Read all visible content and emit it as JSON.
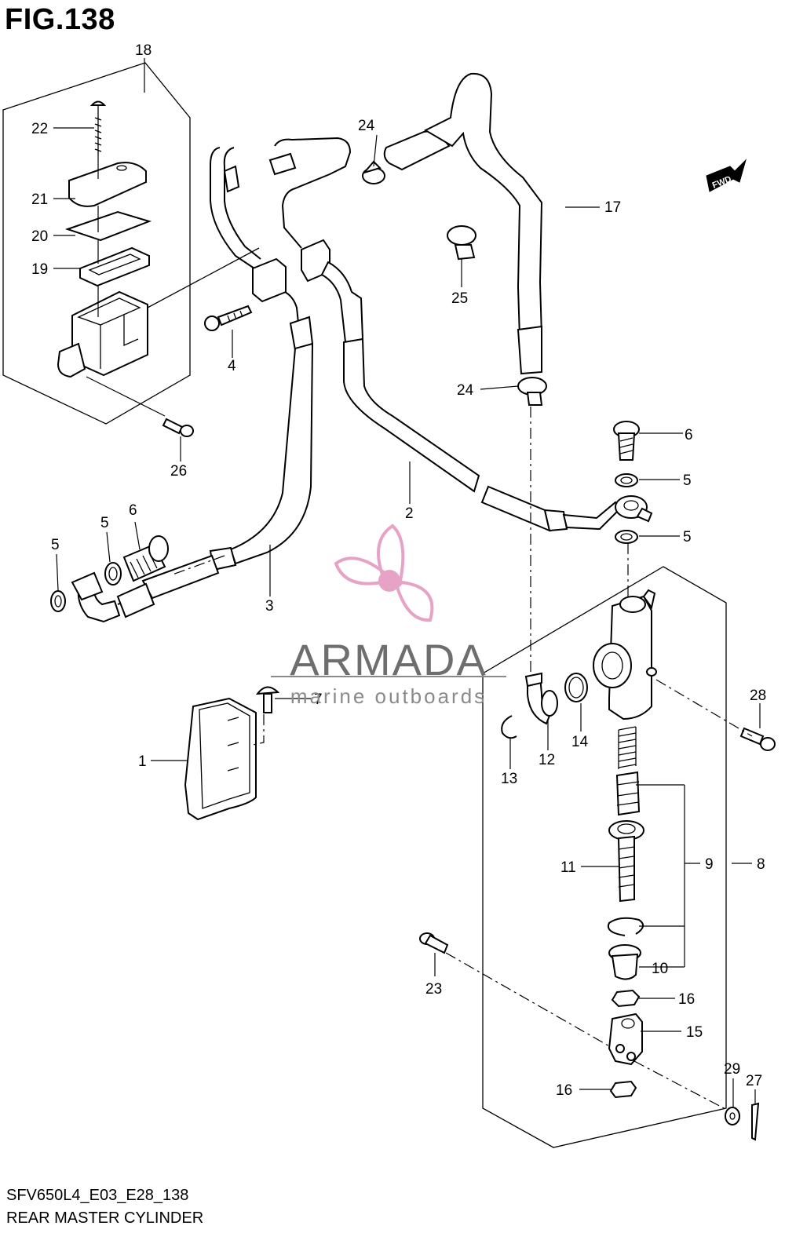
{
  "figure": {
    "title": "FIG.138",
    "model_code": "SFV650L4_E03_E28_138",
    "name": "REAR MASTER CYLINDER"
  },
  "fwd_badge": "FWD",
  "watermark": {
    "name": "ARMADA",
    "tagline": "marine outboards",
    "accent": "#e6a3c6"
  },
  "callouts": {
    "c1": "1",
    "c2": "2",
    "c3": "3",
    "c4": "4",
    "c5a": "5",
    "c5b": "5",
    "c5c": "5",
    "c5d": "5",
    "c6a": "6",
    "c6b": "6",
    "c7": "7",
    "c8": "8",
    "c9": "9",
    "c10": "10",
    "c11": "11",
    "c12": "12",
    "c13": "13",
    "c14": "14",
    "c15": "15",
    "c16a": "16",
    "c16b": "16",
    "c17": "17",
    "c18": "18",
    "c19": "19",
    "c20": "20",
    "c21": "21",
    "c22": "22",
    "c23": "23",
    "c24a": "24",
    "c24b": "24",
    "c25": "25",
    "c26": "26",
    "c27": "27",
    "c28": "28",
    "c29": "29"
  }
}
